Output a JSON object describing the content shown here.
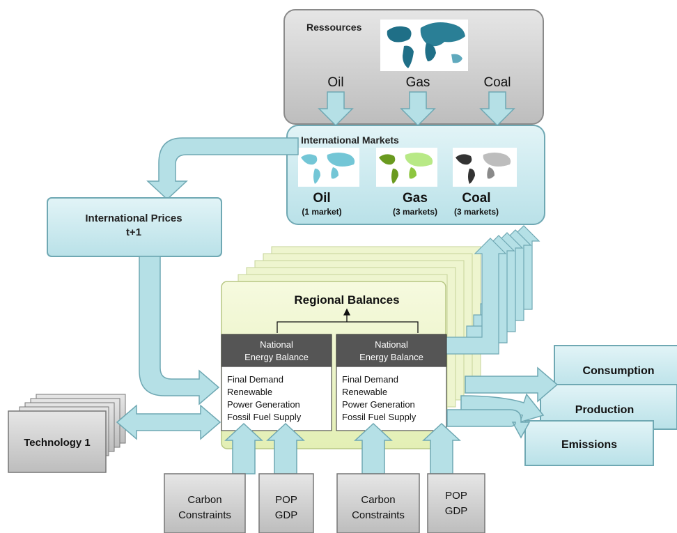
{
  "resources": {
    "title": "Ressources",
    "oil": "Oil",
    "gas": "Gas",
    "coal": "Coal",
    "map_color": "#1f6f87"
  },
  "markets": {
    "title": "International Markets",
    "oil": {
      "label": "Oil",
      "note": "(1 market)",
      "color": "#73c6d6"
    },
    "gas": {
      "label": "Gas",
      "note": "(3 markets)",
      "color": "#8dc63f"
    },
    "coal": {
      "label": "Coal",
      "note": "(3 markets)",
      "color": "#555555"
    }
  },
  "prices": {
    "line1": "International Prices",
    "line2": "t+1"
  },
  "regional": {
    "title": "Regional Balances",
    "balances": [
      {
        "header1": "National",
        "header2": "Energy Balance",
        "items": [
          "Final Demand",
          "Renewable",
          "Power Generation",
          "Fossil Fuel Supply"
        ]
      },
      {
        "header1": "National",
        "header2": "Energy Balance",
        "items": [
          "Final Demand",
          "Renewable",
          "Power Generation",
          "Fossil Fuel Supply"
        ]
      }
    ]
  },
  "technology": {
    "label": "Technology 1"
  },
  "outputs": {
    "consumption": "Consumption",
    "production": "Production",
    "emissions": "Emissions"
  },
  "inputs": [
    {
      "line1": "Carbon",
      "line2": "Constraints"
    },
    {
      "line1": "POP",
      "line2": "GDP"
    },
    {
      "line1": "Carbon",
      "line2": "Constraints"
    },
    {
      "line1": "POP",
      "line2": "GDP"
    }
  ],
  "colors": {
    "arrow_fill": "#b5e0e6",
    "arrow_stroke": "#6fa8b3",
    "box_light_blue": "#c9e9ee",
    "box_gray": "#cfcfcf",
    "regional_fill": "#eef5cf",
    "header_dark": "#555555"
  }
}
